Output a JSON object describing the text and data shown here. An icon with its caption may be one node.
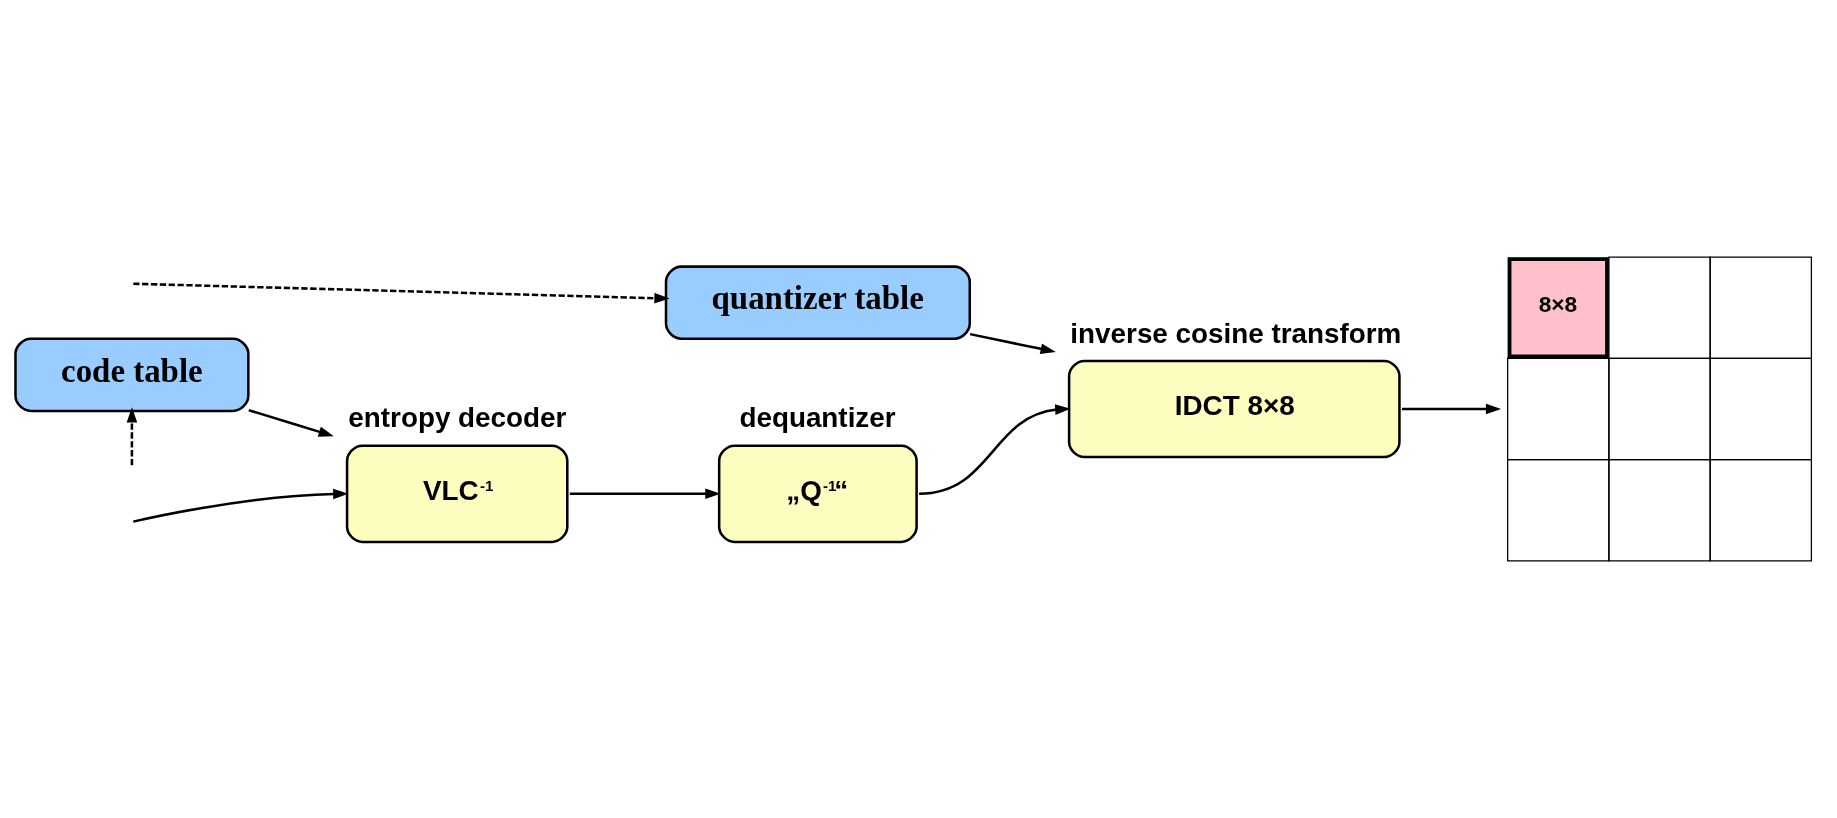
{
  "diagram": {
    "nodes": [
      {
        "text": [
          "entropy decoder",
          "VLC$^{-1}$"
        ]
      },
      {
        "text": [
          "dequantizer",
          "„Q$^{-1}$“"
        ]
      },
      {
        "text": [
          "inverse cosine transform",
          "IDCT 8×8"
        ]
      },
      {
        "text": [
          "8×8"
        ]
      },
      {
        "text": [
          "code table"
        ]
      },
      {
        "text": [
          "quantizer table"
        ]
      }
    ],
    "edges": [
      {
        "from": null,
        "to": 0,
        "arrow": "to"
      },
      {
        "from": 0,
        "to": 1,
        "arrow": "to"
      },
      {
        "from": 1,
        "to": 2,
        "arrow": "to"
      },
      {
        "from": 2,
        "to": 3,
        "arrow": "to"
      },
      {
        "from": 4,
        "to": 0,
        "arrow": "to"
      },
      {
        "from": 5,
        "to": 2,
        "arrow": "to"
      },
      {
        "from": null,
        "to": 4,
        "arrow": "to",
        "style": "dashed"
      },
      {
        "from": null,
        "to": 5,
        "arrow": "to",
        "style": "dashed"
      }
    ]
  }
}
